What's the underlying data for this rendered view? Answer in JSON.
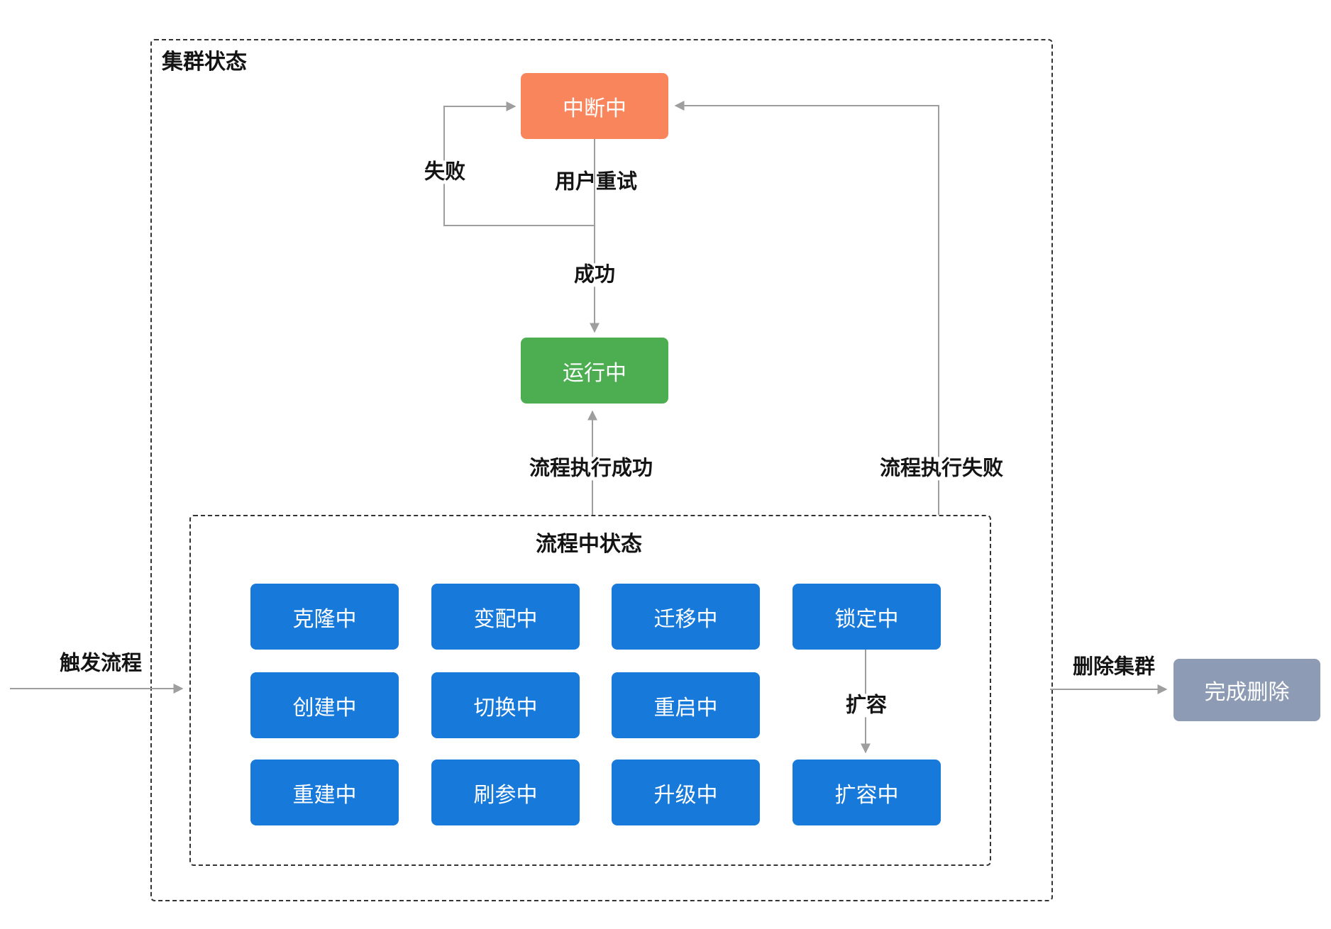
{
  "diagram": {
    "outer_group": {
      "title": "集群状态"
    },
    "inner_group": {
      "title": "流程中状态"
    },
    "nodes": {
      "interrupted": {
        "label": "中断中"
      },
      "running": {
        "label": "运行中"
      },
      "delete_done": {
        "label": "完成删除"
      }
    },
    "process_states": [
      {
        "label": "克隆中"
      },
      {
        "label": "变配中"
      },
      {
        "label": "迁移中"
      },
      {
        "label": "锁定中"
      },
      {
        "label": "创建中"
      },
      {
        "label": "切换中"
      },
      {
        "label": "重启中"
      },
      {
        "label": "重建中"
      },
      {
        "label": "刷参中"
      },
      {
        "label": "升级中"
      },
      {
        "label": "扩容中"
      }
    ],
    "edge_labels": {
      "fail": "失败",
      "user_retry": "用户重试",
      "success": "成功",
      "flow_success": "流程执行成功",
      "flow_fail": "流程执行失败",
      "trigger_flow": "触发流程",
      "delete_cluster": "删除集群",
      "expand": "扩容"
    },
    "colors": {
      "interrupted": "#F8855C",
      "running": "#4CAE51",
      "process": "#1779D9",
      "deleted": "#8D9CB4",
      "line": "#9E9E9E",
      "dash_border": "#333333"
    }
  }
}
